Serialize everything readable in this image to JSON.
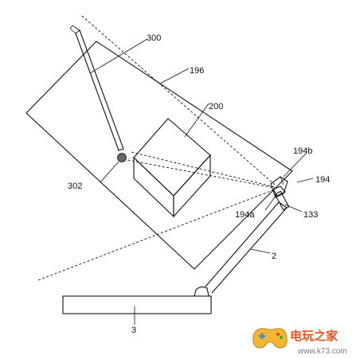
{
  "labels": {
    "stylus": "300",
    "stylus_tip": "302",
    "view_frame": "196",
    "object": "200",
    "camera": "194",
    "camera_upper": "194b",
    "camera_lower": "194a",
    "camera_mount": "133",
    "upper_housing": "2",
    "lower_housing": "3"
  },
  "watermark": {
    "site_name": "电玩之家",
    "url": "www.k73.com",
    "colors": {
      "name": "#e8541d",
      "url": "#7c7c7c"
    }
  }
}
